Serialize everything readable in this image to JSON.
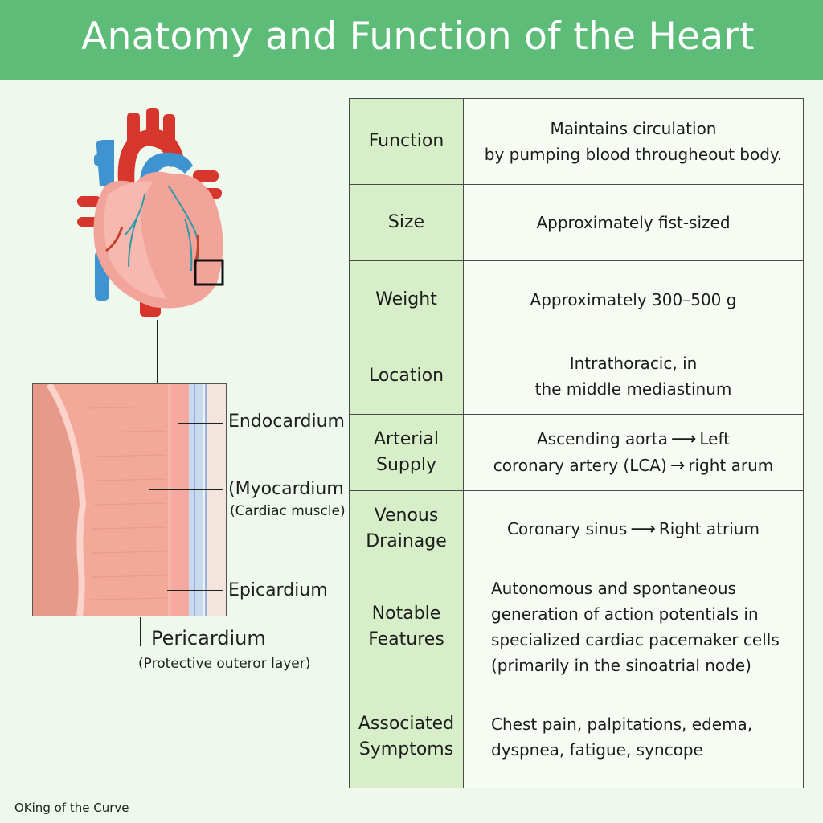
{
  "header": {
    "title": "Anatomy and Function of the Heart"
  },
  "diagram": {
    "labels": {
      "endocardium": "Endocardium",
      "myocardium": "(Myocardium",
      "myocardium_note": "(Cardiac muscle)",
      "epicardium": "Epicardium",
      "pericardium": "Pericardium",
      "pericardium_note": "(Protective outeror layer)"
    }
  },
  "table": {
    "rows": [
      {
        "key": "Function",
        "value_lines": [
          "Maintains circulation",
          "by pumping blood througheout body."
        ]
      },
      {
        "key": "Size",
        "value_lines": [
          "Approximately fist-sized"
        ]
      },
      {
        "key": "Weight",
        "value_lines": [
          "Approximately 300–500 g"
        ]
      },
      {
        "key": "Location",
        "value_lines": [
          "Intrathoracic, in",
          "the middle mediastinum"
        ]
      },
      {
        "key_lines": [
          "Arterial",
          "Supply"
        ],
        "value_lines": [
          "Ascending aorta",
          "Left",
          "coronary artery (LCA)",
          "right arum"
        ]
      },
      {
        "key_lines": [
          "Venous",
          "Drainage"
        ],
        "value_lines": [
          "Coronary sinus",
          "Right atrium"
        ]
      },
      {
        "key_lines": [
          "Notable",
          "Features"
        ],
        "value_lines": [
          "Autonomous and spontaneous",
          "generation of action potentials in",
          "specialized cardiac pacemaker cells",
          "(primarily in the sinoatrial node)"
        ]
      },
      {
        "key_lines": [
          "Associated",
          "Symptoms"
        ],
        "value_lines": [
          "Chest pain, palpitations, edema,",
          "dyspnea, fatigue, syncope"
        ]
      }
    ]
  },
  "footer": {
    "text": "OKing of the Curve"
  },
  "colors": {
    "header": "#5dbd78",
    "key_cell": "#d7efc9",
    "value_cell": "#f6fcf3",
    "background": "#eef8ec"
  }
}
